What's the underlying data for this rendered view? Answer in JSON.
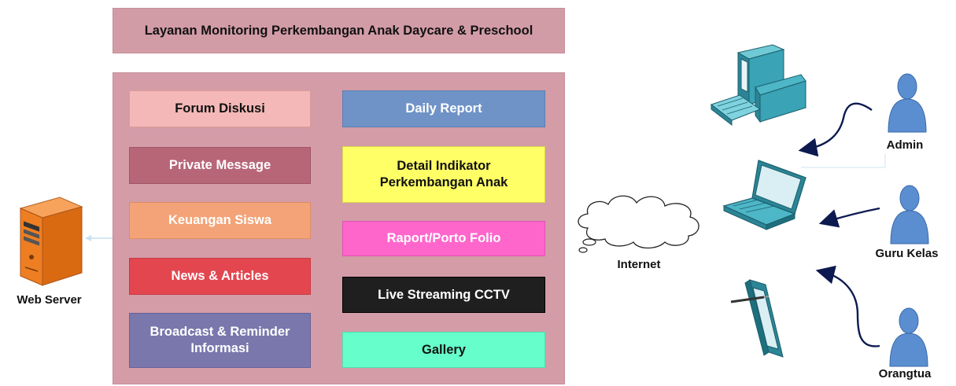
{
  "title": "Layanan Monitoring Perkembangan Anak Daycare & Preschool",
  "features": {
    "forum_diskusi": "Forum Diskusi",
    "daily_report": "Daily Report",
    "private_message": "Private Message",
    "detail_indikator": "Detail Indikator Perkembangan Anak",
    "keuangan_siswa": "Keuangan Siswa",
    "raport": "Raport/Porto Folio",
    "news": "News & Articles",
    "live_streaming": "Live Streaming CCTV",
    "broadcast": "Broadcast & Reminder Informasi",
    "gallery": "Gallery"
  },
  "labels": {
    "web_server": "Web Server",
    "internet": "Internet",
    "admin": "Admin",
    "guru_kelas": "Guru Kelas",
    "orangtua": "Orangtua"
  },
  "colors": {
    "panel": "#d39ca7",
    "forum_diskusi": "#f4b8b8",
    "daily_report": "#6f93c7",
    "private_message": "#b76678",
    "detail_indikator": "#ffff66",
    "keuangan_siswa": "#f3a377",
    "raport": "#ff66cc",
    "news": "#e3464f",
    "live_streaming": "#1f1f1f",
    "broadcast": "#7a77ad",
    "gallery": "#66ffcc",
    "arrow": "#0d1a4f",
    "person": "#5b8ed1"
  },
  "icons": [
    "web-server-icon",
    "cloud-icon",
    "desktop-computer-icon",
    "laptop-icon",
    "tablet-icon",
    "person-icon"
  ]
}
